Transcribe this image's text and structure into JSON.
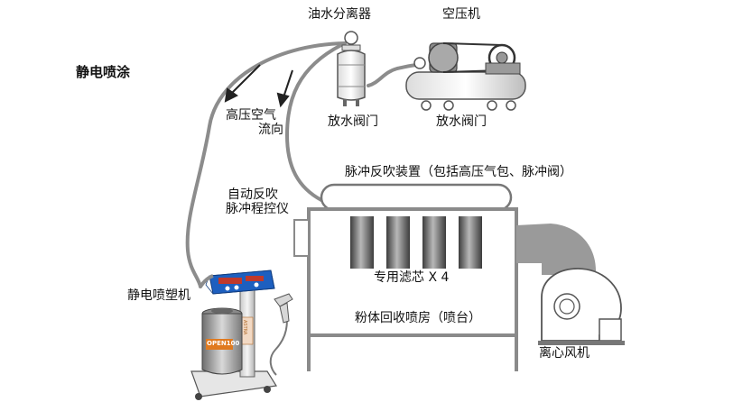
{
  "labels": {
    "title": "静电喷涂",
    "separator": "油水分离器",
    "compressor": "空压机",
    "drain_valve_left": "放水阀门",
    "drain_valve_right": "放水阀门",
    "airflow_line1": "高压空气",
    "airflow_line2": "流向",
    "pulse_device": "脉冲反吹装置（包括高压气包、脉冲阀）",
    "controller_line1": "自动反吹",
    "controller_line2": "脉冲程控仪",
    "filters": "专用滤芯 X 4",
    "booth": "粉体回收喷房（喷台）",
    "spray_machine": "静电喷塑机",
    "fan": "离心风机"
  },
  "device_marks": {
    "hopper_brand": "OPEN100",
    "controller_brand": "ASTRA"
  },
  "colors": {
    "hose": "#8c8c8c",
    "frame": "#8a8a8a",
    "filter_dark": "#4a4a4a",
    "duct": "#9a9a9a",
    "controller_blue": "#1d5fbf",
    "hopper_orange": "#e07a1f"
  }
}
